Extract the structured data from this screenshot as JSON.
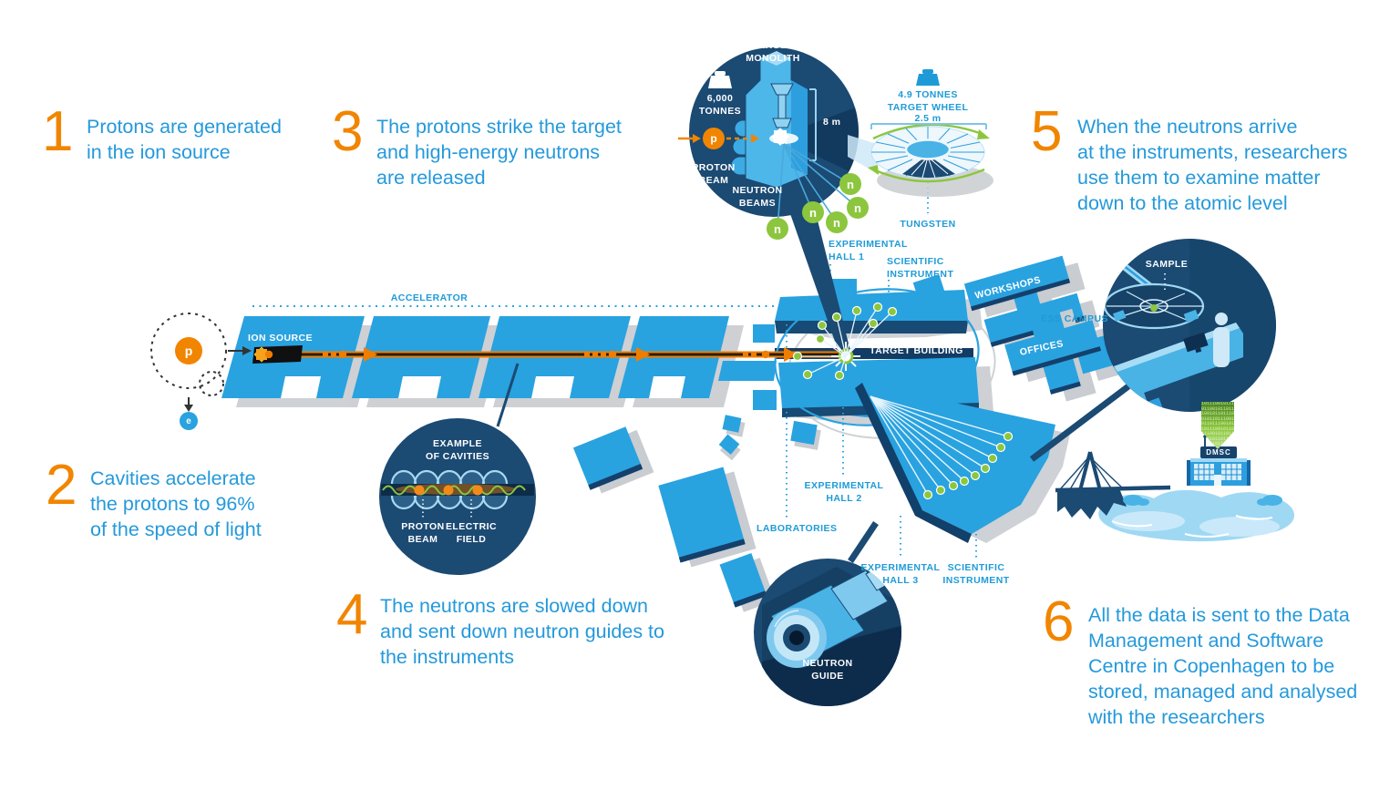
{
  "steps": [
    {
      "num": "1",
      "text": "Protons are generated\nin the ion source"
    },
    {
      "num": "2",
      "text": "Cavities accelerate\nthe protons to 96%\nof the speed of light"
    },
    {
      "num": "3",
      "text": "The protons strike the target\nand high-energy neutrons\nare released"
    },
    {
      "num": "4",
      "text": "The neutrons are slowed down\nand sent down neutron guides to\nthe instruments"
    },
    {
      "num": "5",
      "text": "When the neutrons arrive\nat the instruments, researchers\nuse them to examine matter\ndown to the atomic level"
    },
    {
      "num": "6",
      "text": "All the data is sent to the Data\nManagement and Software\nCentre in Copenhagen to be\nstored, managed and analysed\nwith the researchers"
    }
  ],
  "monolith": {
    "title": "TARGET\nMONOLITH",
    "weight": "6,000\nTONNES",
    "proton_beam": "PROTON\nBEAM",
    "height": "8 m",
    "neutron_beams": "NEUTRON\nBEAMS"
  },
  "wheel": {
    "weight": "4.9 TONNES",
    "name": "TARGET WHEEL",
    "diameter": "2.5 m",
    "material": "TUNGSTEN"
  },
  "cavities": {
    "title": "EXAMPLE\nOF CAVITIES",
    "proton_beam": "PROTON\nBEAM",
    "electric_field": "ELECTRIC\nFIELD"
  },
  "site": {
    "accelerator": "ACCELERATOR",
    "ion_source": "ION SOURCE",
    "target_building": "TARGET BUILDING",
    "experimental_hall_1": "EXPERIMENTAL\nHALL 1",
    "scientific_instrument_1": "SCIENTIFIC\nINSTRUMENT",
    "workshops": "WORKSHOPS",
    "ess_campus": "ESS CAMPUS",
    "offices": "OFFICES",
    "experimental_hall_2": "EXPERIMENTAL\nHALL 2",
    "laboratories": "LABORATORIES",
    "experimental_hall_3": "EXPERIMENTAL\nHALL 3",
    "scientific_instrument_2": "SCIENTIFIC\nINSTRUMENT"
  },
  "neutron_guide": {
    "label": "NEUTRON\nGUIDE"
  },
  "sample": {
    "label": "SAMPLE"
  },
  "dmsc": {
    "label": "DMSC",
    "binary": "101110010111011001011011100101101110010110111001011011100101101110010110111001011011100101101110010110111001011011100101"
  },
  "particles": {
    "proton": "p",
    "electron": "e",
    "neutron": "n"
  },
  "colors": {
    "blue_text": "#2499db",
    "orange": "#f18500",
    "building_blue": "#29a2e0",
    "navy": "#1b4a73",
    "green": "#8cc63e"
  }
}
